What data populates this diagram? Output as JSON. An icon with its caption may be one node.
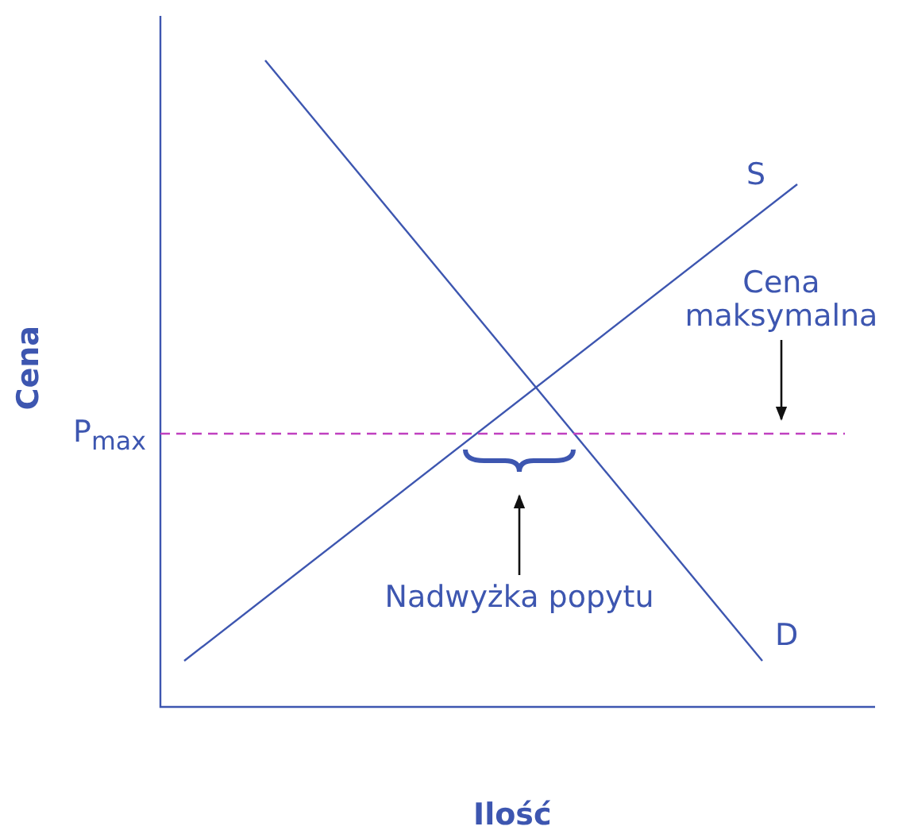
{
  "diagram": {
    "nodes": [
      {
        "text": [
          "Cena maksymalna"
        ]
      },
      {
        "text": [
          "Nadwyżka popytu"
        ]
      },
      {
        "text": [],
        "shape": "brace"
      }
    ],
    "edges": [
      {
        "from": 0,
        "to": null,
        "arrow": "to"
      },
      {
        "from": 1,
        "to": 2,
        "arrow": "to"
      }
    ],
    "labels": [
      "S",
      "Cena",
      "P$_{max}$",
      "D",
      "Ilość"
    ]
  }
}
